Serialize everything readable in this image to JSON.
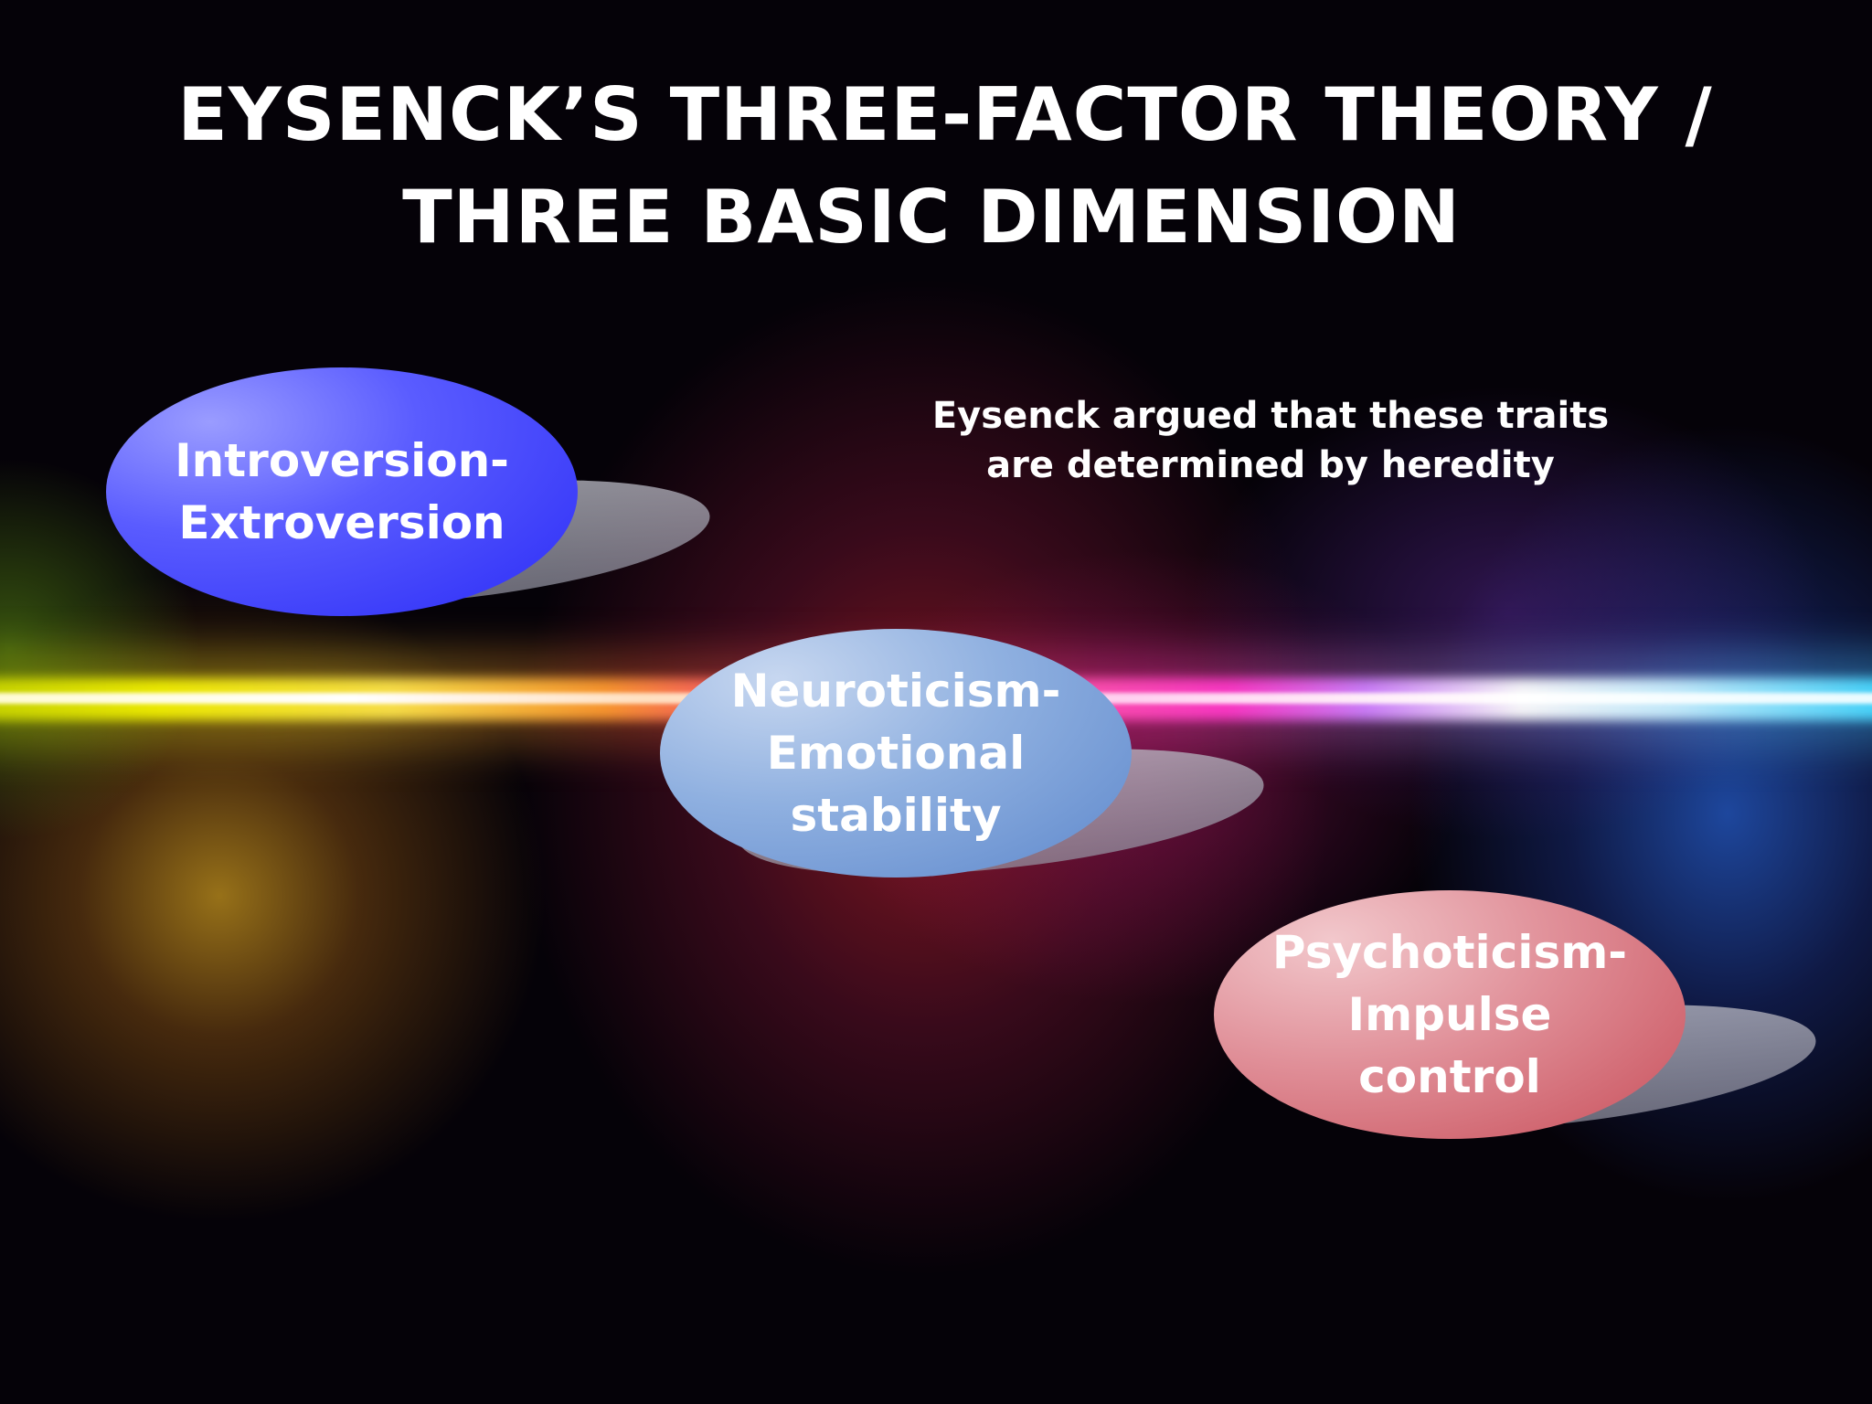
{
  "slide": {
    "title_line1": "EYSENCK’S THREE-FACTOR THEORY /",
    "title_line2": "THREE BASIC DIMENSION",
    "note": "Eysenck argued that these traits are determined by heredity",
    "dimensions": [
      {
        "label": "Introversion-\nExtroversion",
        "color": "#3436f2"
      },
      {
        "label": "Neuroticism-\nEmotional\nstability",
        "color": "#7ea1d8"
      },
      {
        "label": "Psychoticism-\nImpulse\ncontrol",
        "color": "#d9767f"
      }
    ]
  }
}
